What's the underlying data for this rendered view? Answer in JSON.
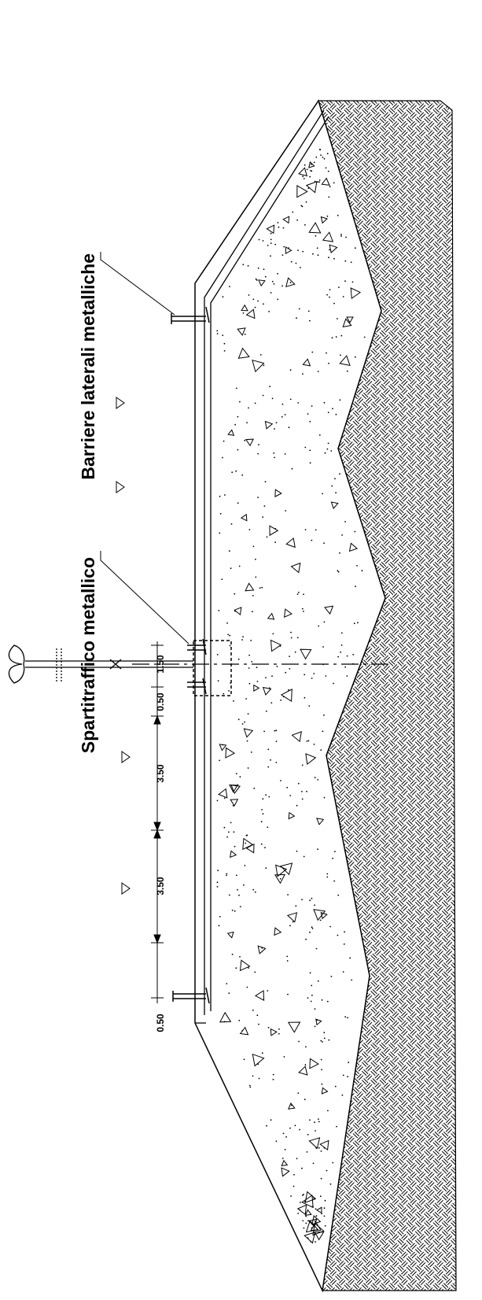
{
  "labels": {
    "side_barriers": "Barriere laterali metalliche",
    "median_barrier": "Spartitraffico metallico"
  },
  "dimensions": {
    "lane_lower": "3.50",
    "lane_upper": "3.50",
    "shoulder_outer": "0.50",
    "shoulder_inner": "0.50",
    "median": "1.50"
  },
  "colors": {
    "line": "#000000",
    "background": "#ffffff"
  }
}
